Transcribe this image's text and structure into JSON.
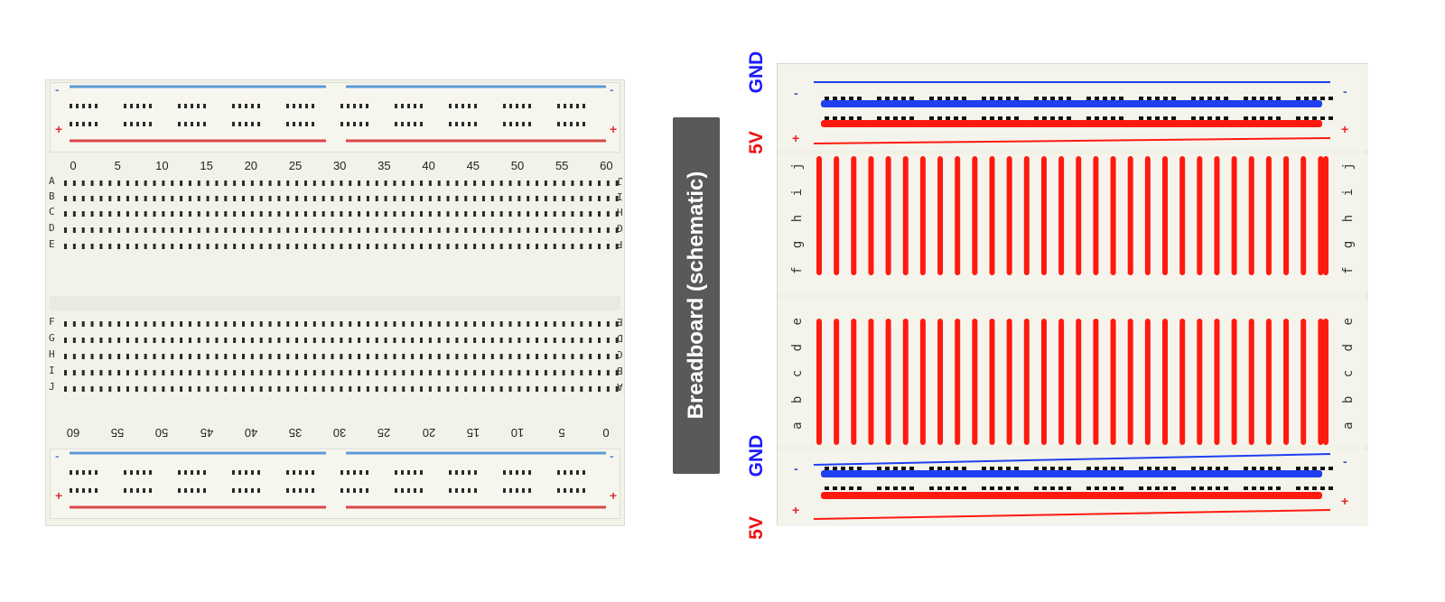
{
  "caption": "Breadboard (schematic)",
  "left_board": {
    "rail_minus": "-",
    "rail_plus": "+",
    "top_numbers": [
      "0",
      "5",
      "10",
      "15",
      "20",
      "25",
      "30",
      "35",
      "40",
      "45",
      "50",
      "55",
      "60"
    ],
    "bottom_numbers": [
      "60",
      "55",
      "50",
      "45",
      "40",
      "35",
      "30",
      "25",
      "20",
      "15",
      "10",
      "5",
      "0"
    ],
    "left_rows_top": [
      "A",
      "B",
      "C",
      "D",
      "E"
    ],
    "right_rows_top": [
      "J",
      "I",
      "H",
      "G",
      "F"
    ],
    "left_rows_bottom": [
      "F",
      "G",
      "H",
      "I",
      "J"
    ],
    "right_rows_bottom": [
      "E",
      "D",
      "C",
      "B",
      "A"
    ]
  },
  "right_board": {
    "gnd_label": "GND",
    "v5_label": "5V",
    "top_letters": "f g h i j",
    "bottom_letters": "a b c d e",
    "rail_minus": "-",
    "rail_plus": "+"
  },
  "colors": {
    "rail_blue": "#1f3ff0",
    "rail_red": "#ff1a10",
    "board": "#f3f2e9",
    "caption_bg": "#595959"
  }
}
